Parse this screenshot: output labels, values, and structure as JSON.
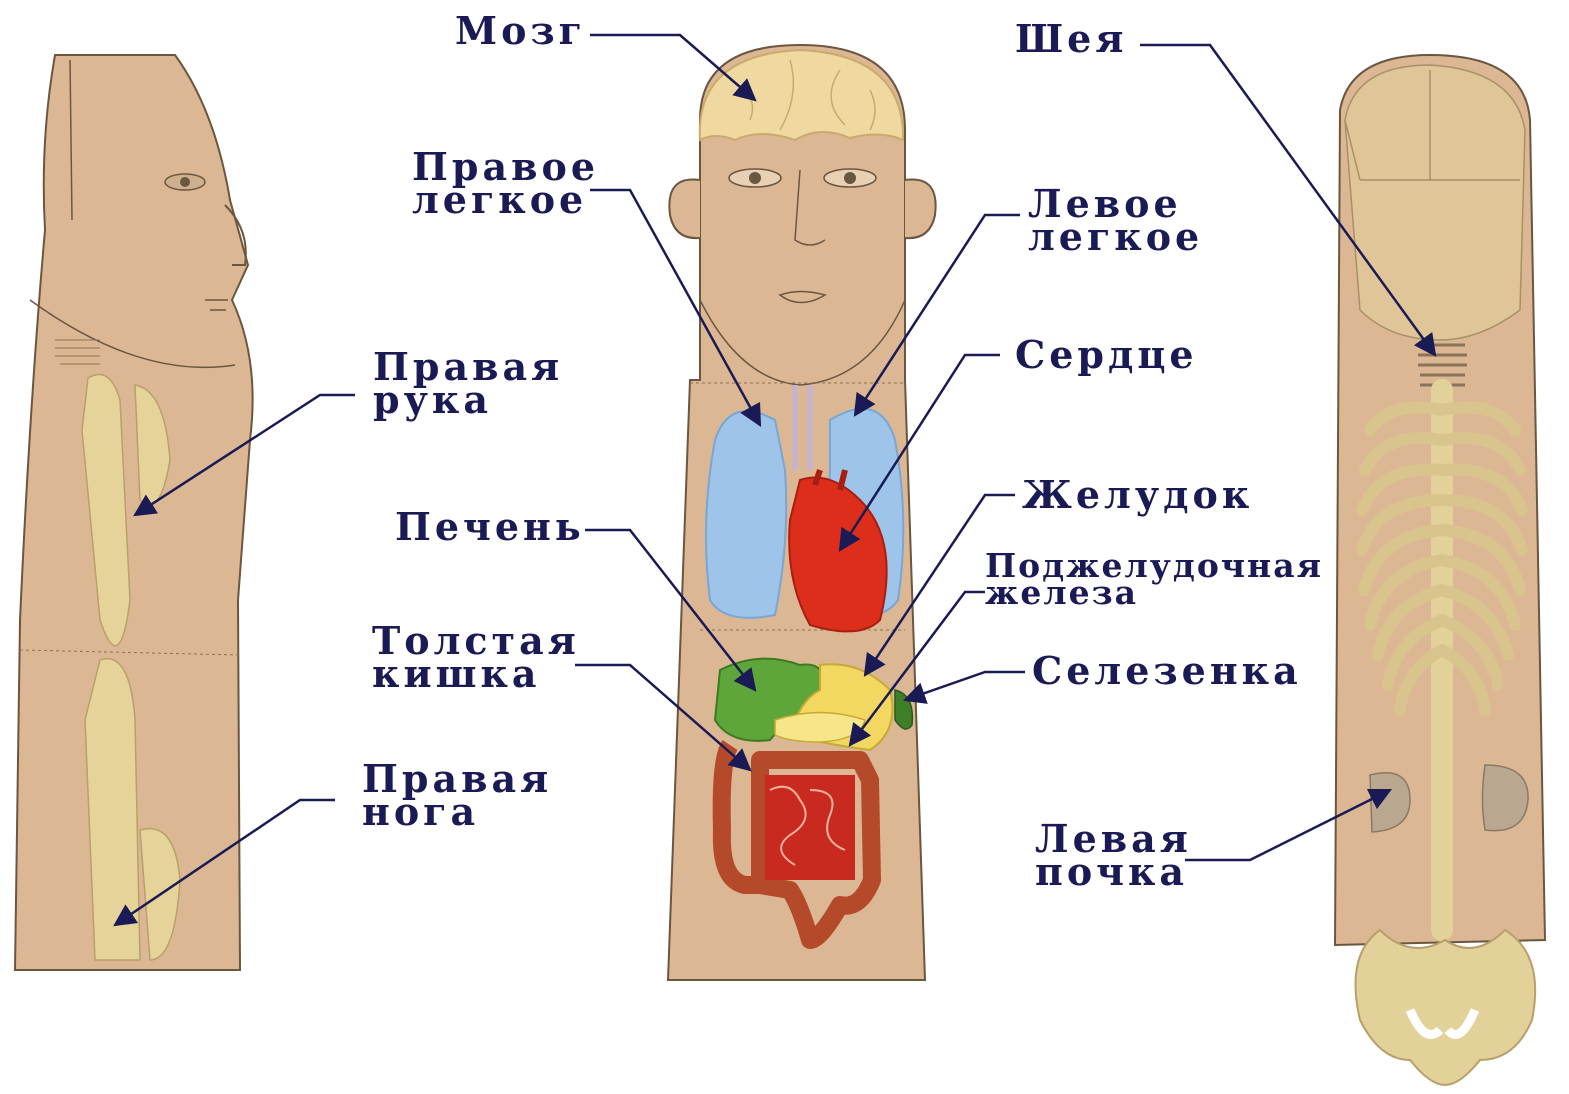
{
  "labels": {
    "brain": "Мозг",
    "right_lung": "Правое\nлегкое",
    "left_lung": "Левое\nлегкое",
    "heart": "Сердце",
    "stomach": "Желудок",
    "pancreas": "Поджелудочная\nжелеза",
    "liver": "Печень",
    "large_intestine": "Толстая\nкишка",
    "spleen": "Селезенка",
    "right_arm": "Правая\nрука",
    "right_leg": "Правая\nнога",
    "neck": "Шея",
    "left_kidney": "Левая\nпочка"
  },
  "colors": {
    "skin": "#dcb794",
    "skin_outline": "#6b5640",
    "bone": "#e3d19a",
    "brain": "#efd9a0",
    "lung": "#9ec4ea",
    "heart": "#dd2e1c",
    "liver": "#5ea53a",
    "stomach": "#f2d860",
    "intestine": "#c8442b",
    "spleen": "#3f7f2a",
    "kidney": "#b9a790",
    "label_text": "#1a1a55",
    "arrow": "#1a1a55"
  }
}
